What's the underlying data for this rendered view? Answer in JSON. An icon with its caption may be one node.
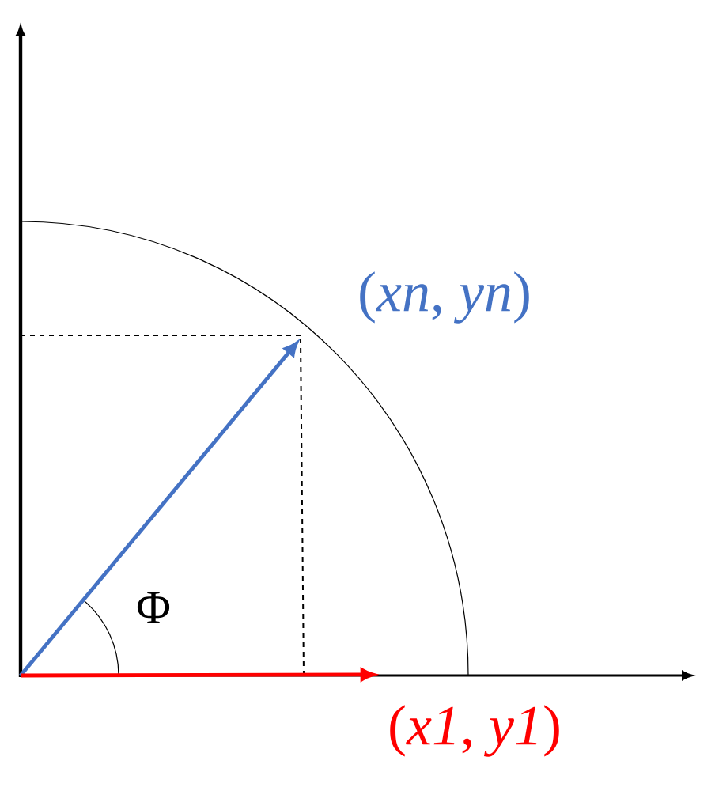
{
  "diagram": {
    "nodes": [
      {
        "text": [
          "(*xn*, *yn*)"
        ]
      },
      {
        "text": [
          "(*x1*, *y1*)"
        ]
      }
    ],
    "edges": [
      {
        "from": null,
        "to": 0,
        "arrow": "to",
        "color": "#4472c4"
      },
      {
        "from": null,
        "to": 1,
        "arrow": "to",
        "color": "#ff0000"
      }
    ],
    "labels": [
      "Φ"
    ]
  }
}
